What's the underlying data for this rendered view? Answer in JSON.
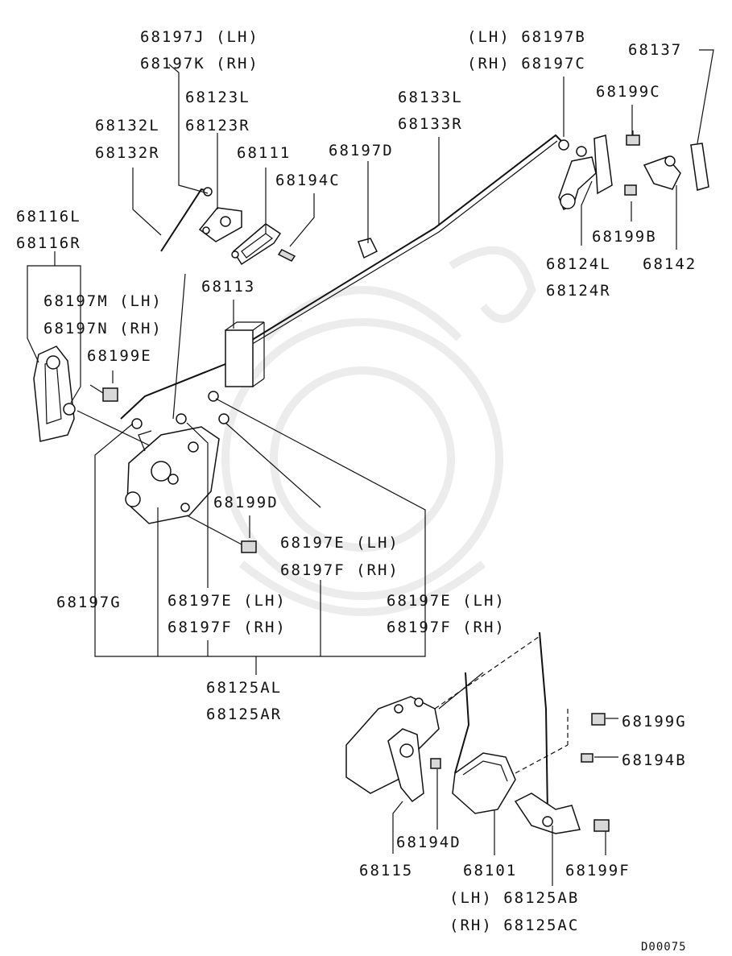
{
  "labels": {
    "p68197J": "68197J (LH)",
    "p68197K": "68197K (RH)",
    "p68123L": "68123L",
    "p68123R": "68123R",
    "p68132L": "68132L",
    "p68132R": "68132R",
    "p68111": "68111",
    "p68194C": "68194C",
    "p68197D": "68197D",
    "p68133L": "68133L",
    "p68133R": "68133R",
    "p68197B": "(LH) 68197B",
    "p68197C": "(RH) 68197C",
    "p68137": "68137",
    "p68199C": "68199C",
    "p68199B": "68199B",
    "p68124L": "68124L",
    "p68124R": "68124R",
    "p68142": "68142",
    "p68116L": "68116L",
    "p68116R": "68116R",
    "p68113": "68113",
    "p68197M": "68197M (LH)",
    "p68197N": "68197N (RH)",
    "p68199E": "68199E",
    "p68199D": "68199D",
    "p68197E_mid": "68197E (LH)",
    "p68197F_mid": "68197F (RH)",
    "p68197G": "68197G",
    "p68197E_left": "68197E (LH)",
    "p68197F_left": "68197F (RH)",
    "p68197E_right": "68197E (LH)",
    "p68197F_right": "68197F (RH)",
    "p68125AL": "68125AL",
    "p68125AR": "68125AR",
    "p68199G": "68199G",
    "p68194B": "68194B",
    "p68194D": "68194D",
    "p68115": "68115",
    "p68101": "68101",
    "p68199F": "68199F",
    "p68125AB": "(LH) 68125AB",
    "p68125AC": "(RH) 68125AC"
  },
  "diagram_code": "D00075"
}
